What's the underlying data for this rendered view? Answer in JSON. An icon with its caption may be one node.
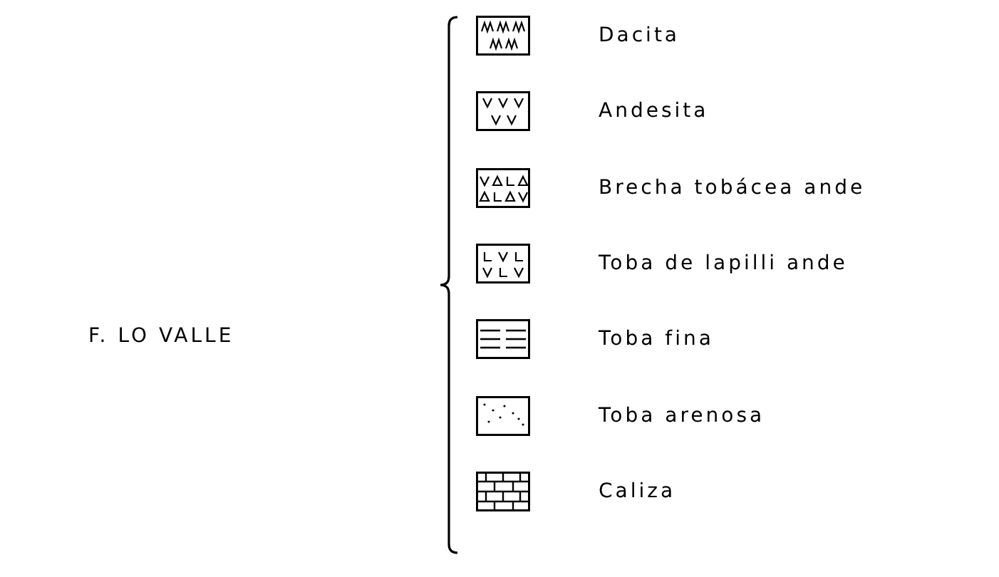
{
  "diagram": {
    "labels": [
      "F. LO VALLE"
    ],
    "legend": [
      {
        "text": "Dacita"
      },
      {
        "text": "Andesita"
      },
      {
        "text": "Brecha tobácea ande"
      },
      {
        "text": "Toba de lapilli ande"
      },
      {
        "text": "Toba fina"
      },
      {
        "text": "Toba arenosa"
      },
      {
        "text": "Caliza"
      }
    ]
  }
}
